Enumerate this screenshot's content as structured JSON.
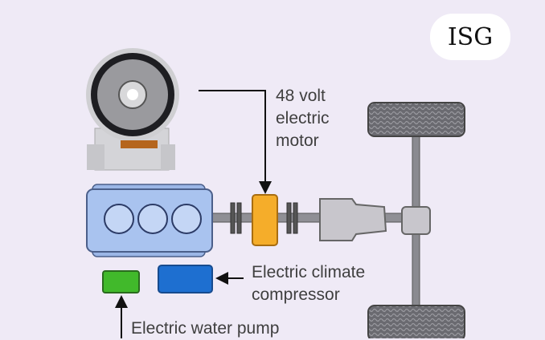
{
  "badge": "ISG",
  "labels": {
    "motor": [
      "48 volt",
      "electric",
      "motor"
    ],
    "compressor": [
      "Electric climate",
      "compressor"
    ],
    "water_pump": "Electric water pump"
  },
  "colors": {
    "background": "#efeaf6",
    "engine": "#a9c3ef",
    "motor_block": "#f5ad2a",
    "compressor": "#1e6fd0",
    "water_pump": "#41b92b",
    "gearbox": "#c8c6cc"
  }
}
